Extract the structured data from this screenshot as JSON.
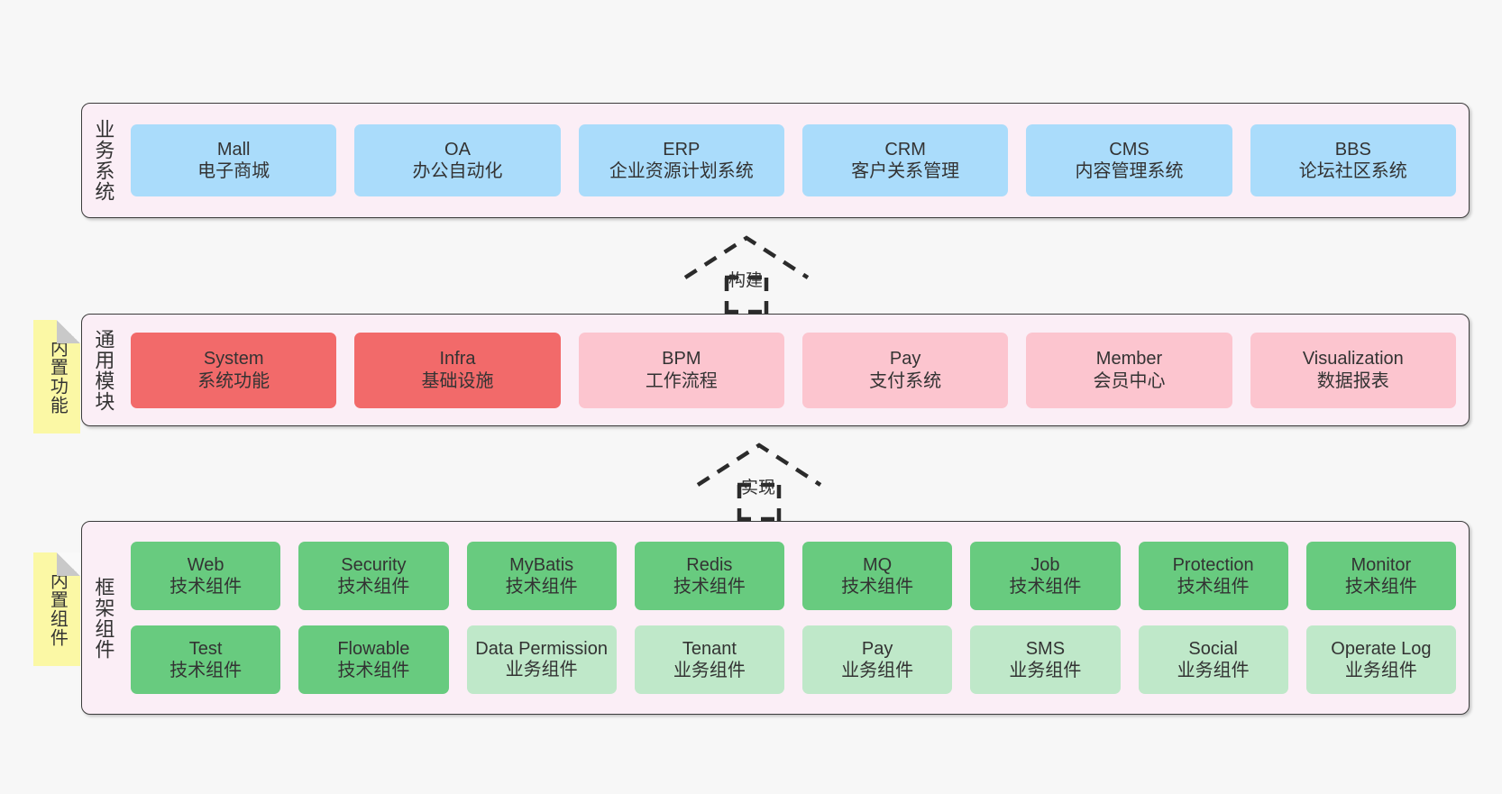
{
  "diagram": {
    "background_color": "#f7f7f7",
    "panel_fill": "#fbeef6",
    "panel_border": "#3c3c3c",
    "sticky_fill": "#fbf8a5"
  },
  "layers": [
    {
      "id": "business-systems",
      "title": "业务系统",
      "sticky": null,
      "rows": [
        {
          "cards": [
            {
              "en": "Mall",
              "cn": "电子商城",
              "color": "#aadcfb",
              "style": "blue"
            },
            {
              "en": "OA",
              "cn": "办公自动化",
              "color": "#aadcfb",
              "style": "blue"
            },
            {
              "en": "ERP",
              "cn": "企业资源计划系统",
              "color": "#aadcfb",
              "style": "blue"
            },
            {
              "en": "CRM",
              "cn": "客户关系管理",
              "color": "#aadcfb",
              "style": "blue"
            },
            {
              "en": "CMS",
              "cn": "内容管理系统",
              "color": "#aadcfb",
              "style": "blue"
            },
            {
              "en": "BBS",
              "cn": "论坛社区系统",
              "color": "#aadcfb",
              "style": "blue"
            }
          ]
        }
      ]
    },
    {
      "id": "common-modules",
      "title": "通用模块",
      "sticky": "内置功能",
      "rows": [
        {
          "cards": [
            {
              "en": "System",
              "cn": "系统功能",
              "color": "#f26a6a",
              "style": "red"
            },
            {
              "en": "Infra",
              "cn": "基础设施",
              "color": "#f26a6a",
              "style": "red"
            },
            {
              "en": "BPM",
              "cn": "工作流程",
              "color": "#fcc5cf",
              "style": "pink"
            },
            {
              "en": "Pay",
              "cn": "支付系统",
              "color": "#fcc5cf",
              "style": "pink"
            },
            {
              "en": "Member",
              "cn": "会员中心",
              "color": "#fcc5cf",
              "style": "pink"
            },
            {
              "en": "Visualization",
              "cn": "数据报表",
              "color": "#fcc5cf",
              "style": "pink"
            }
          ]
        }
      ]
    },
    {
      "id": "framework-components",
      "title": "框架组件",
      "sticky": "内置组件",
      "rows": [
        {
          "cards": [
            {
              "en": "Web",
              "cn": "技术组件",
              "color": "#68cb7f",
              "style": "green"
            },
            {
              "en": "Security",
              "cn": "技术组件",
              "color": "#68cb7f",
              "style": "green"
            },
            {
              "en": "MyBatis",
              "cn": "技术组件",
              "color": "#68cb7f",
              "style": "green"
            },
            {
              "en": "Redis",
              "cn": "技术组件",
              "color": "#68cb7f",
              "style": "green"
            },
            {
              "en": "MQ",
              "cn": "技术组件",
              "color": "#68cb7f",
              "style": "green"
            },
            {
              "en": "Job",
              "cn": "技术组件",
              "color": "#68cb7f",
              "style": "green"
            },
            {
              "en": "Protection",
              "cn": "技术组件",
              "color": "#68cb7f",
              "style": "green"
            },
            {
              "en": "Monitor",
              "cn": "技术组件",
              "color": "#68cb7f",
              "style": "green"
            }
          ]
        },
        {
          "cards": [
            {
              "en": "Test",
              "cn": "技术组件",
              "color": "#68cb7f",
              "style": "green"
            },
            {
              "en": "Flowable",
              "cn": "技术组件",
              "color": "#68cb7f",
              "style": "green"
            },
            {
              "en": "Data Permission",
              "cn": "业务组件",
              "color": "#bfe8c9",
              "style": "lightgreen"
            },
            {
              "en": "Tenant",
              "cn": "业务组件",
              "color": "#bfe8c9",
              "style": "lightgreen"
            },
            {
              "en": "Pay",
              "cn": "业务组件",
              "color": "#bfe8c9",
              "style": "lightgreen"
            },
            {
              "en": "SMS",
              "cn": "业务组件",
              "color": "#bfe8c9",
              "style": "lightgreen"
            },
            {
              "en": "Social",
              "cn": "业务组件",
              "color": "#bfe8c9",
              "style": "lightgreen"
            },
            {
              "en": "Operate Log",
              "cn": "业务组件",
              "color": "#bfe8c9",
              "style": "lightgreen"
            }
          ]
        }
      ]
    }
  ],
  "connectors": [
    {
      "id": "build",
      "label": "构建",
      "from": "common-modules",
      "to": "business-systems"
    },
    {
      "id": "implement",
      "label": "实现",
      "from": "framework-components",
      "to": "common-modules"
    }
  ]
}
